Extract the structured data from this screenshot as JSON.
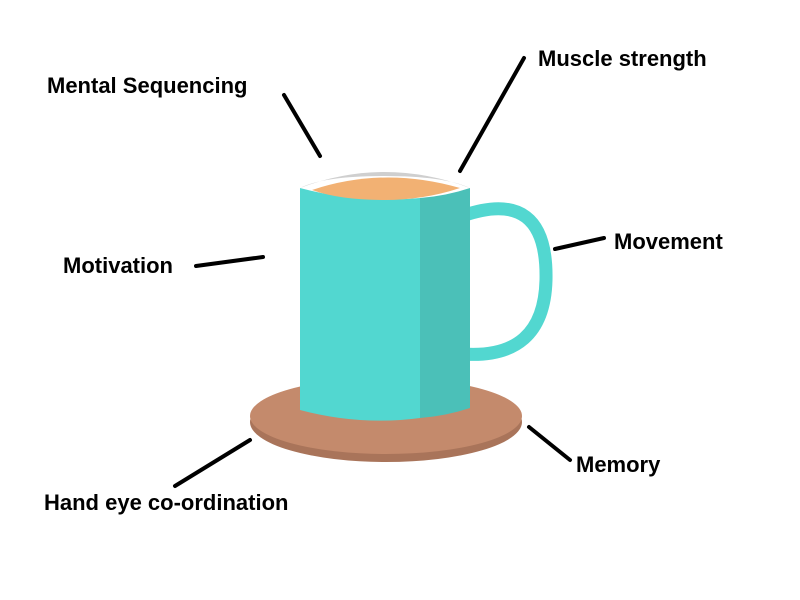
{
  "labels": {
    "mental_sequencing": "Mental Sequencing",
    "muscle_strength": "Muscle strength",
    "movement": "Movement",
    "motivation": "Motivation",
    "memory": "Memory",
    "hand_eye": "Hand eye co-ordination"
  },
  "colors": {
    "mug_front": "#52d7d0",
    "mug_side": "#4bc0b8",
    "handle": "#52d7d0",
    "rim": "#cfcfcf",
    "tea": "#f2b173",
    "saucer_top": "#c48a6c",
    "saucer_edge": "#a9745a",
    "leader_line": "#000000"
  }
}
